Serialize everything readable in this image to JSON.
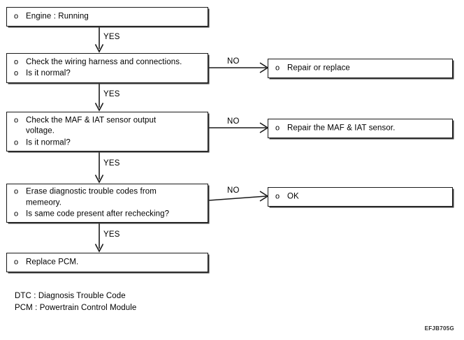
{
  "figure": {
    "reference_code": "EFJB705G",
    "bullet_glyph": "o",
    "line_color": "#1a1a1a"
  },
  "nodes": {
    "start": {
      "lines": [
        "Engine : Running"
      ]
    },
    "check_wiring": {
      "lines": [
        "Check the wiring harness and connections.",
        "Is it normal?"
      ]
    },
    "check_sensor_voltage": {
      "lines": [
        "Check the MAF & IAT sensor output\nvoltage.",
        "Is it normal?"
      ]
    },
    "erase_codes": {
      "lines": [
        "Erase diagnostic trouble codes from\nmemeory.",
        "Is same code present after rechecking?"
      ]
    },
    "replace_pcm": {
      "lines": [
        "Replace PCM."
      ]
    },
    "repair_or_replace": {
      "lines": [
        "Repair or replace"
      ]
    },
    "repair_sensor": {
      "lines": [
        "Repair the MAF & IAT sensor."
      ]
    },
    "ok": {
      "lines": [
        "OK"
      ]
    }
  },
  "edges": {
    "yes_1": "YES",
    "yes_2": "YES",
    "yes_3": "YES",
    "no_1": "NO",
    "no_2": "NO",
    "no_3": "NO"
  },
  "legend": {
    "lines": [
      "DTC : Diagnosis Trouble Code",
      "PCM : Powertrain Control Module"
    ]
  }
}
